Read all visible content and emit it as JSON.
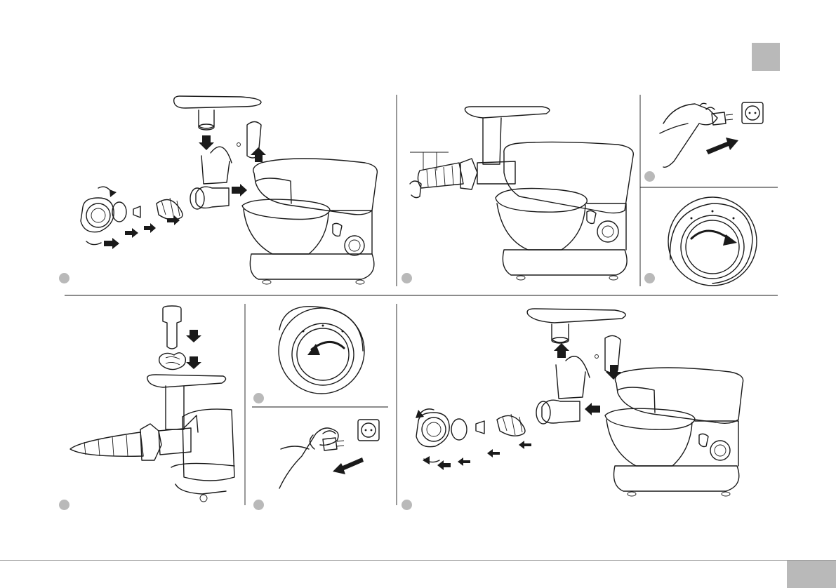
{
  "colors": {
    "badge": "#b9b9b9",
    "line": "#1a1a1a",
    "rule": "#9a9a9a"
  },
  "icons": [
    "header-tab-square",
    "footer-page-square",
    "step-marker-dot",
    "push-arrow-icon",
    "rotate-arrow-icon"
  ]
}
